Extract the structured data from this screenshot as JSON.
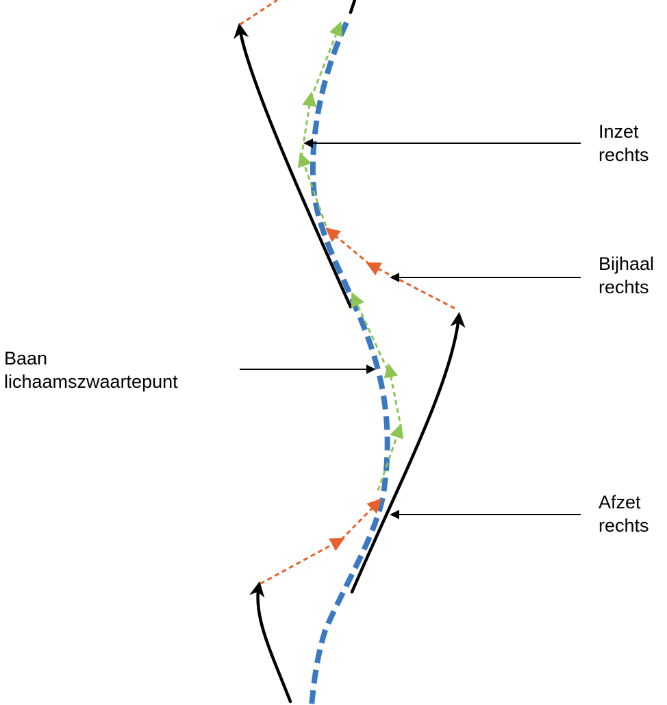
{
  "labels": {
    "inzet": {
      "line1": "Inzet",
      "line2": "rechts"
    },
    "bijhaal": {
      "line1": "Bijhaal",
      "line2": "rechts"
    },
    "baan": {
      "line1": "Baan",
      "line2": "lichaamszwaartepunt"
    },
    "afzet": {
      "line1": "Afzet",
      "line2": "rechts"
    }
  },
  "colors": {
    "foot_path": "#000000",
    "body_center_path": "#3a78c2",
    "swing_path": "#e8602c",
    "stance_path": "#8ec452",
    "pointer": "#000000"
  }
}
